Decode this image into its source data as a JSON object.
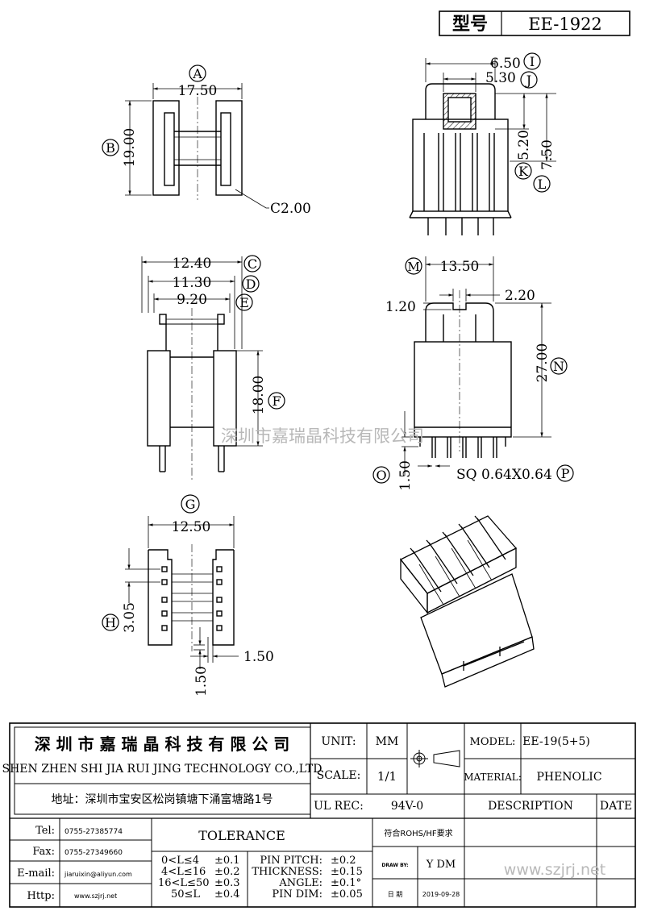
{
  "header": {
    "type_label": "型号",
    "model_code": "EE-1922"
  },
  "dimensions": {
    "A": {
      "letter": "A",
      "value": "17.50"
    },
    "B": {
      "letter": "B",
      "value": "19.00"
    },
    "chamfer": {
      "value": "C2.00"
    },
    "I": {
      "letter": "I",
      "value": "6.50"
    },
    "J": {
      "letter": "J",
      "value": "5.30"
    },
    "K": {
      "letter": "K",
      "value": "5.20"
    },
    "L": {
      "letter": "L",
      "value": "7.50"
    },
    "C": {
      "letter": "C",
      "value": "12.40"
    },
    "D": {
      "letter": "D",
      "value": "11.30"
    },
    "E": {
      "letter": "E",
      "value": "9.20"
    },
    "F": {
      "letter": "F",
      "value": "18.00"
    },
    "M": {
      "letter": "M",
      "value": "13.50"
    },
    "slot_width": {
      "value": "2.20"
    },
    "slot_depth": {
      "value": "1.20"
    },
    "N": {
      "letter": "N",
      "value": "27.00"
    },
    "O": {
      "letter": "O",
      "value": "1.50"
    },
    "P": {
      "letter": "P",
      "value": "SQ 0.64X0.64"
    },
    "G": {
      "letter": "G",
      "value": "12.50"
    },
    "H": {
      "letter": "H",
      "value": "3.05"
    },
    "pin_offset_x": {
      "value": "1.50"
    },
    "pin_offset_y": {
      "value": "1.50"
    }
  },
  "watermark": "深圳市嘉瑞晶科技有限公司",
  "title_block": {
    "company_cn": "深 圳 市 嘉 瑞 晶 科 技 有 限 公 司",
    "company_en": "SHEN ZHEN SHI  JIA RUI JING  TECHNOLOGY CO.,LTD",
    "address": "地址：深圳市宝安区松岗镇塘下涌富塘路1号",
    "unit_label": "UNIT:",
    "unit_value": "MM",
    "scale_label": "SCALE:",
    "scale_value": "1/1",
    "ul_label": "UL REC:",
    "ul_value": "94V-0",
    "model_label": "MODEL:",
    "model_value": "EE-19(5+5)",
    "material_label": "MATERIAL:",
    "material_value": "PHENOLIC",
    "description_label": "DESCRIPTION",
    "date_label": "DATE",
    "rohs": "符合ROHS/HF要求",
    "draw_by_label": "DRAW BY:",
    "draw_by_value": "Y DM",
    "date_cn_label": "日 期",
    "date_value": "2019-09-28",
    "website": "www.szjrj.net"
  },
  "contact": {
    "tel_label": "Tel:",
    "tel": "0755-27385774",
    "fax_label": "Fax:",
    "fax": "0755-27349660",
    "email_label": "E-mail:",
    "email": "jiaruixin@aliyun.com",
    "http_label": "Http:",
    "http": "www.szjrj.net"
  },
  "tolerance": {
    "title": "TOLERANCE",
    "ranges": [
      {
        "range": "0<L≤4",
        "tol": "±0.1"
      },
      {
        "range": "4<L≤16",
        "tol": "±0.2"
      },
      {
        "range": "16<L≤50",
        "tol": "±0.3"
      },
      {
        "range": "50≤L",
        "tol": "±0.4"
      }
    ],
    "specs": [
      {
        "label": "PIN PITCH:",
        "tol": "±0.2"
      },
      {
        "label": "THICKNESS:",
        "tol": "±0.15"
      },
      {
        "label": "ANGLE:",
        "tol": "±0.1°"
      },
      {
        "label": "PIN DIM:",
        "tol": "±0.05"
      }
    ]
  }
}
